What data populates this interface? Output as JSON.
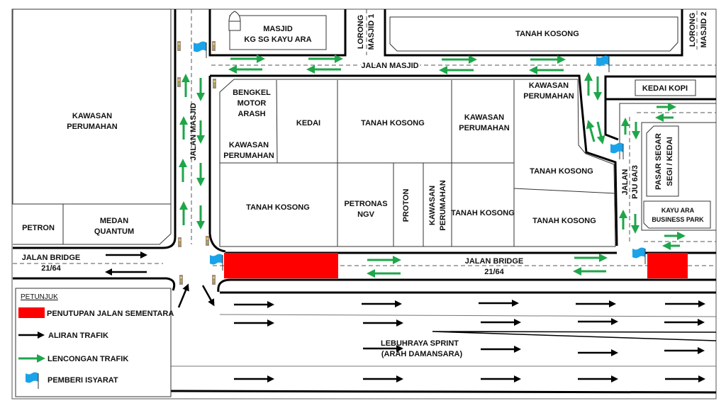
{
  "colors": {
    "closure": "#ff0000",
    "detour": "#1fa64a",
    "flow": "#000000",
    "flag": "#1aa3e8"
  },
  "places": {
    "masjid": [
      "MASJID",
      "KG SG KAYU ARA"
    ],
    "lorong1": [
      "LORONG",
      "MASJID 1"
    ],
    "lorong2": [
      "LORONG",
      "MASJID 2"
    ],
    "tanah_top": "TANAH KOSONG",
    "kawasan_left": [
      "KAWASAN",
      "PERUMAHAN"
    ],
    "petron": "PETRON",
    "medan": [
      "MEDAN",
      "QUANTUM"
    ],
    "bengkel": [
      "BENGKEL",
      "MOTOR",
      "ARASH"
    ],
    "kawasan_a": [
      "KAWASAN",
      "PERUMAHAN"
    ],
    "kedai": "KEDAI",
    "tanah_a": "TANAH KOSONG",
    "kawasan_b": [
      "KAWASAN",
      "PERUMAHAN"
    ],
    "kawasan_c": [
      "KAWASAN",
      "PERUMAHAN"
    ],
    "tanah_b": "TANAH KOSONG",
    "petronas": [
      "PETRONAS",
      "NGV"
    ],
    "proton": "PROTON",
    "kawasan_d": [
      "KAWASAN",
      "PERUMAHAN"
    ],
    "tanah_c": "TANAH KOSONG",
    "tanah_d": "TANAH KOSONG",
    "tanah_e": "TANAH KOSONG",
    "kedai_kopi": "KEDAI KOPI",
    "pasar": [
      "PASAR SEGAR",
      "SEGI / KEDAI"
    ],
    "kayu_ara": [
      "KAYU ARA",
      "BUSINESS  PARK"
    ]
  },
  "roads": {
    "jalan_masjid_v": "JALAN MASJID",
    "jalan_masjid_h": "JALAN MASJID",
    "bridge_left": [
      "JALAN BRIDGE",
      "21/64"
    ],
    "bridge_right": [
      "JALAN BRIDGE",
      "21/64"
    ],
    "pju": [
      "JALAN",
      "PJU 6A/3"
    ],
    "sprint": [
      "LEBUHRAYA SPRINT",
      "(ARAH DAMANSARA)"
    ]
  },
  "legend": {
    "title": "PETUNJUK",
    "items": [
      {
        "icon": "red-block",
        "label": "PENUTUPAN JALAN SEMENTARA"
      },
      {
        "icon": "black-arrow",
        "label": "ALIRAN TRAFIK"
      },
      {
        "icon": "green-arrow",
        "label": "LENCONGAN TRAFIK"
      },
      {
        "icon": "blue-flag",
        "label": "PEMBERI ISYARAT"
      }
    ]
  }
}
